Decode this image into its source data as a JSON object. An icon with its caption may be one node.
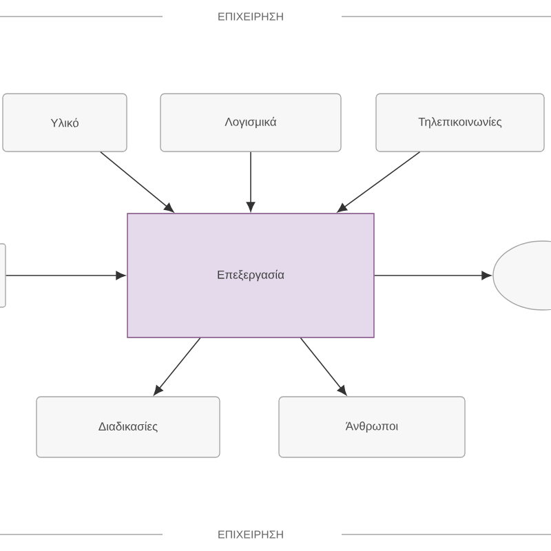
{
  "diagram": {
    "nodes": [
      {
        "text": [
          "Υλικό"
        ]
      },
      {
        "text": [
          "Λογισμικά"
        ]
      },
      {
        "text": [
          "Τηλεπικοινωνίες"
        ]
      },
      {
        "text": [],
        "shape": "box"
      },
      {
        "text": [
          "Επεξεργασία"
        ]
      },
      {
        "text": [],
        "shape": "ellipse"
      },
      {
        "text": [
          "Διαδικασίες"
        ]
      },
      {
        "text": [
          "Άνθρωποι"
        ]
      }
    ],
    "edges": [
      {
        "from": 0,
        "to": 4,
        "arrow": "to"
      },
      {
        "from": 1,
        "to": 4,
        "arrow": "to"
      },
      {
        "from": 2,
        "to": 4,
        "arrow": "to"
      },
      {
        "from": 3,
        "to": 4,
        "arrow": "to"
      },
      {
        "from": 4,
        "to": 5,
        "arrow": "to"
      },
      {
        "from": 4,
        "to": 6,
        "arrow": "to"
      },
      {
        "from": 4,
        "to": 7,
        "arrow": "to"
      }
    ],
    "labels": [
      "ΕΠΙΧΕΙΡΗΣΗ",
      "ΕΠΙΧΕΙΡΗΣΗ"
    ]
  }
}
